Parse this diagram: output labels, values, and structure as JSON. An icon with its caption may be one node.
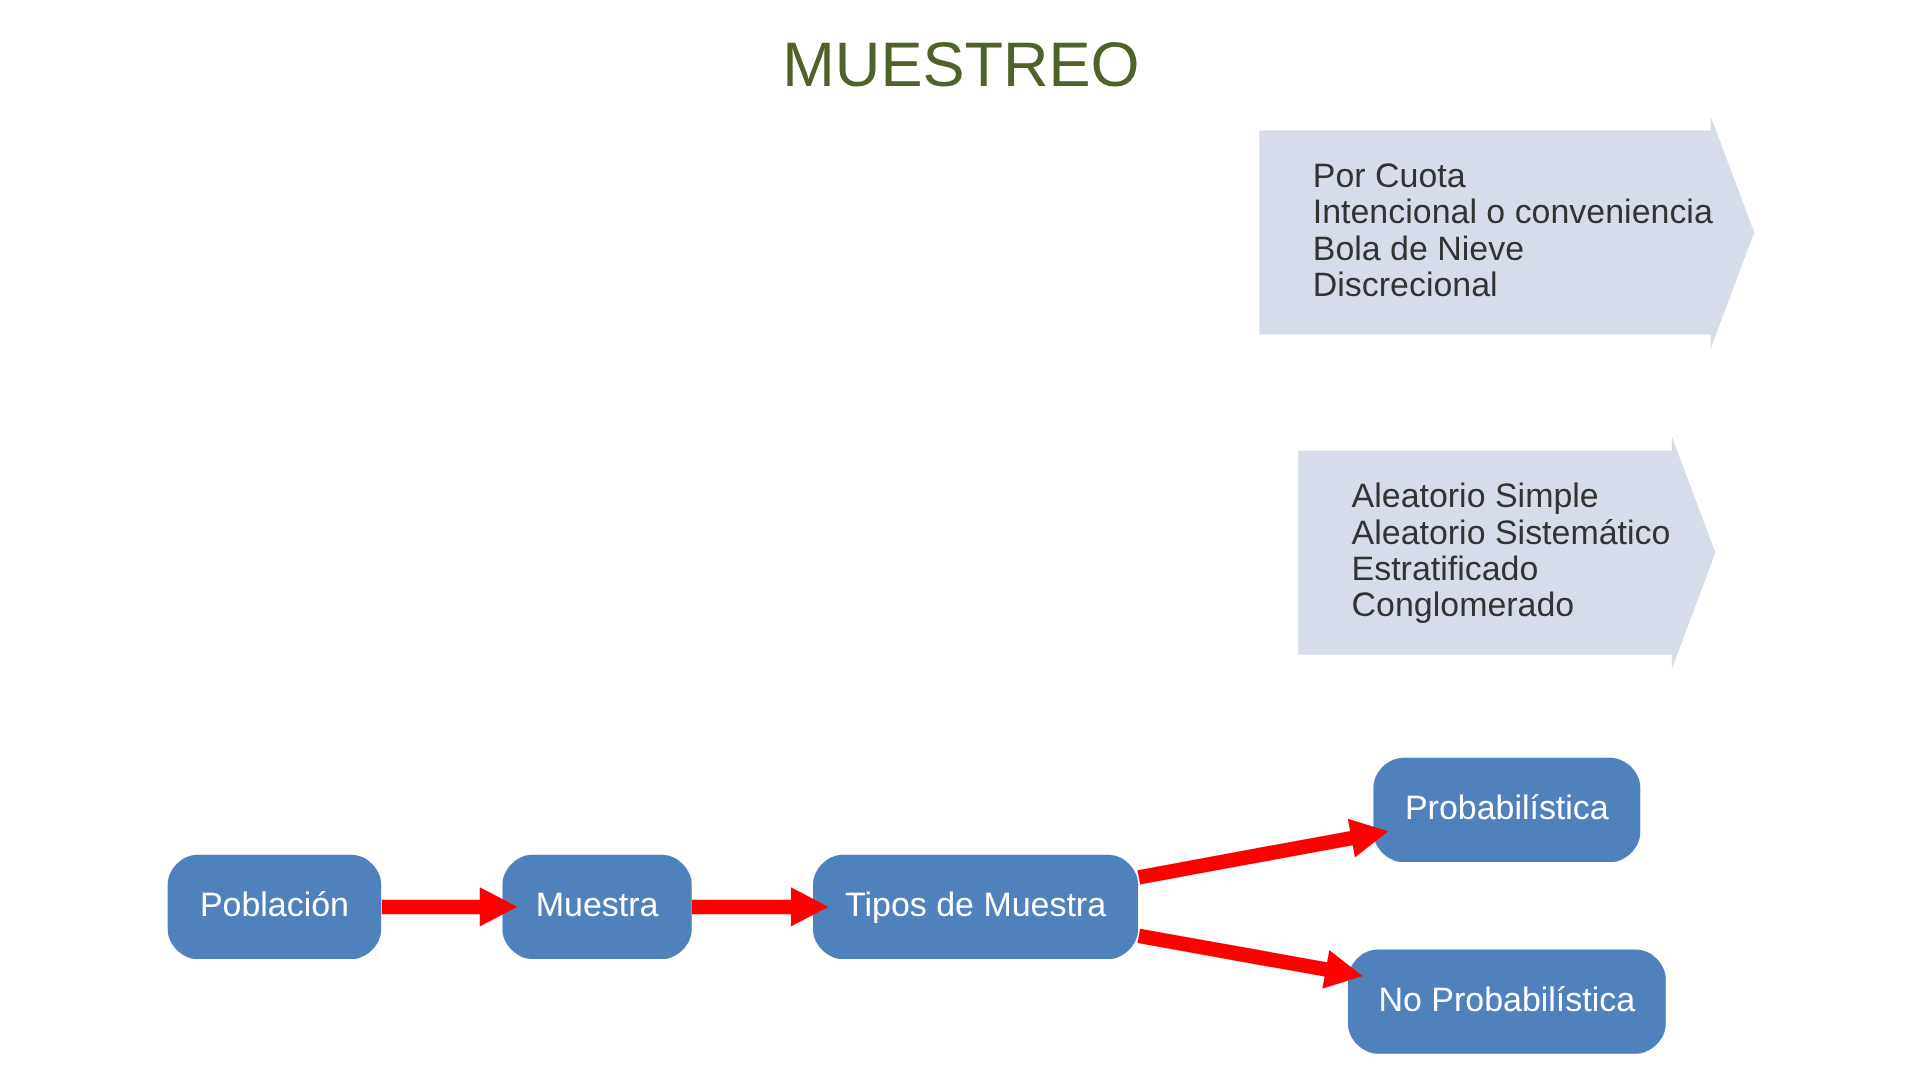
{
  "diagram": {
    "title": "MUESTREO",
    "nodes": [
      {
        "text": [
          "Población"
        ]
      },
      {
        "text": [
          "Muestra"
        ]
      },
      {
        "text": [
          "Tipos de Muestra"
        ]
      },
      {
        "text": [
          "Probabilística"
        ]
      },
      {
        "text": [
          "No Probabilística"
        ]
      },
      {
        "text": [
          "Aleatorio Simple",
          "Aleatorio Sistemático",
          "Estratificado",
          "Conglomerado"
        ]
      },
      {
        "text": [
          "Por Cuota",
          "Intencional o conveniencia",
          "Bola de Nieve",
          "Discrecional"
        ]
      }
    ],
    "edges": [
      {
        "from": 0,
        "to": 1,
        "arrow": "to"
      },
      {
        "from": 1,
        "to": 2,
        "arrow": "to"
      },
      {
        "from": 2,
        "to": 3,
        "arrow": "to"
      },
      {
        "from": 2,
        "to": 4,
        "arrow": "to"
      }
    ]
  }
}
